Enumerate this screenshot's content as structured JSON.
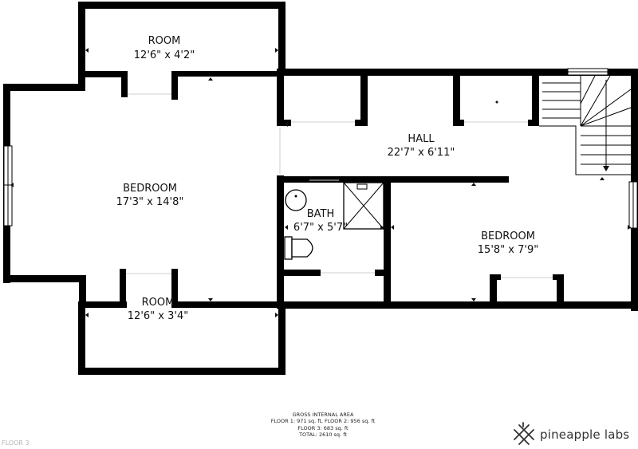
{
  "rooms": {
    "room_top": {
      "name": "ROOM",
      "dims": "12'6\" x 4'2\""
    },
    "bedroom_left": {
      "name": "BEDROOM",
      "dims": "17'3\" x 14'8\""
    },
    "room_bottom": {
      "name": "ROOM",
      "dims": "12'6\" x 3'4\""
    },
    "hall": {
      "name": "HALL",
      "dims": "22'7\" x 6'11\""
    },
    "bath": {
      "name": "BATH",
      "dims": "6'7\" x 5'7\""
    },
    "bedroom_right": {
      "name": "BEDROOM",
      "dims": "15'8\" x 7'9\""
    }
  },
  "area_summary": {
    "heading": "GROSS INTERNAL AREA",
    "line1": "FLOOR 1: 971 sq. ft, FLOOR 2: 956 sq. ft",
    "line2": "FLOOR 3: 683 sq. ft",
    "line3": "TOTAL: 2610 sq. ft"
  },
  "floor_label": "FLOOR 3",
  "brand": {
    "name": "pineapple labs",
    "icon": "pineapple-labs-logo-icon"
  },
  "colors": {
    "wall": "#000000",
    "background": "#ffffff",
    "text": "#111111"
  }
}
